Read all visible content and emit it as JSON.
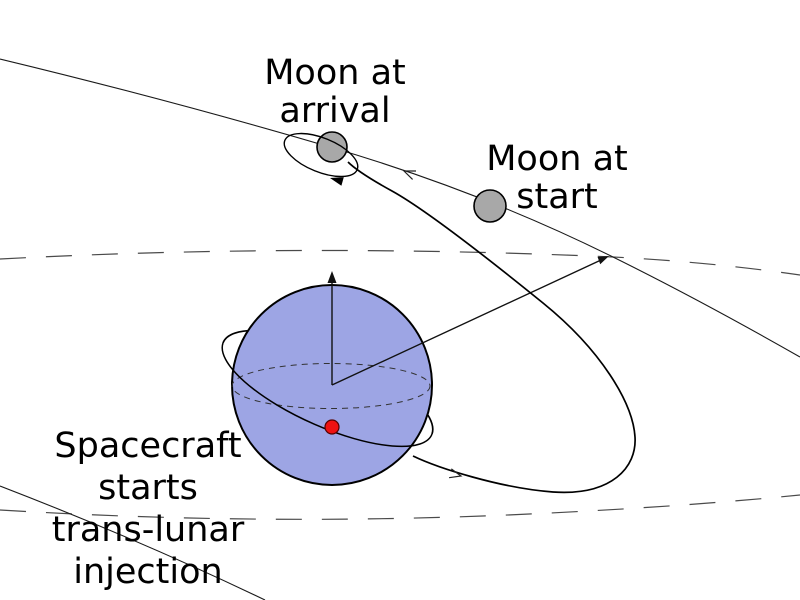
{
  "diagram": {
    "type": "trans-lunar injection trajectory diagram"
  },
  "labels": {
    "moon_at_arrival": "Moon at\narrival",
    "moon_at_start": "Moon at\nstart",
    "spacecraft_tli": "Spacecraft\nstarts\ntrans-lunar\ninjection"
  },
  "colors": {
    "background": "#ffffff",
    "earth_fill": "#9da5e4",
    "moon_fill": "#a8a8a8",
    "spacecraft_dot_fill": "#ee1111",
    "spacecraft_dot_stroke": "#550000",
    "solid_line": "#1a1a1a",
    "dashed_line": "#4a4a4a",
    "text": "#000000"
  }
}
